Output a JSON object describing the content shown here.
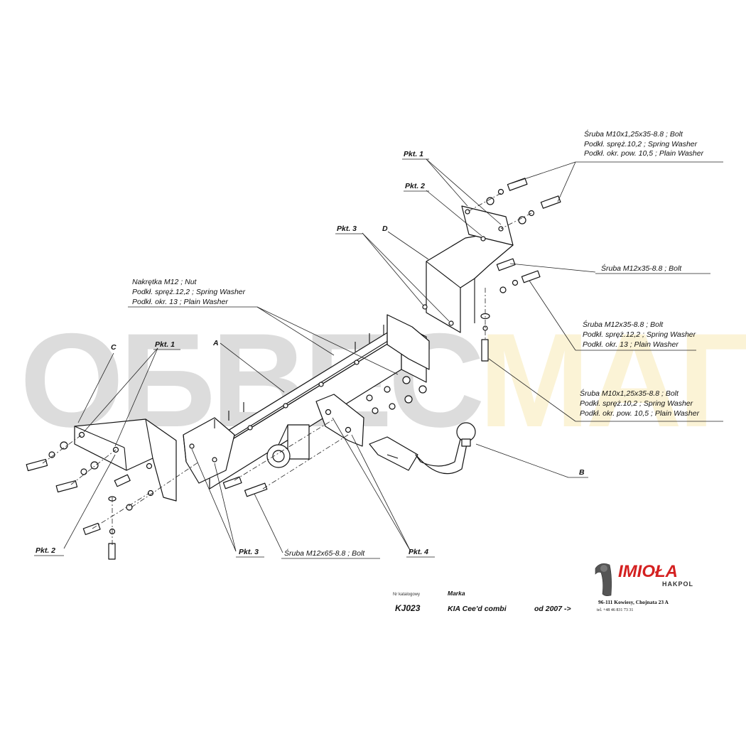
{
  "watermark": {
    "grey": "ОБВЕС",
    "yellow": "МАГ"
  },
  "callouts": {
    "top_bolt_right": {
      "line1": "Śruba M10x1,25x35-8.8 ;  Bolt",
      "line2": "Podkł. spręż.10,2 ; Spring Washer",
      "line3": "Podkł. okr. pow. 10,5 ; Plain Washer"
    },
    "bolt_m12_top": {
      "line1": "Śruba M12x35-8.8 ;  Bolt"
    },
    "bolt_m12_mid": {
      "line1": "Śruba M12x35-8.8 ;  Bolt",
      "line2": "Podkł. spręż.12,2 ; Spring Washer",
      "line3": "Podkł. okr. 13 ; Plain Washer"
    },
    "bolt_m10_mid": {
      "line1": "Śruba M10x1,25x35-8.8 ;  Bolt",
      "line2": "Podkł. spręż.10,2 ; Spring Washer",
      "line3": "Podkł. okr. pow. 10,5 ; Plain Washer"
    },
    "nut_group": {
      "line1": "Nakrętka  M12 ; Nut",
      "line2": "Podkł. spręż.12,2 ; Spring Washer",
      "line3": "Podkł. okr. 13 ; Plain Washer"
    },
    "bolt_m12x65": {
      "line1": "Śruba M12x65-8.8 ;  Bolt"
    }
  },
  "points": {
    "pkt1": "Pkt. 1",
    "pkt2": "Pkt. 2",
    "pkt3": "Pkt. 3",
    "pkt4": "Pkt. 4"
  },
  "letters": {
    "a": "A",
    "b": "B",
    "c": "C",
    "d": "D"
  },
  "title_block": {
    "catalog_label": "Nr katalogowy",
    "catalog_number": "KJ023",
    "make_label": "Marka",
    "make_value": "KIA Cee'd combi",
    "year_value": "od  2007 ->"
  },
  "logo": {
    "brand": "IMIOŁA",
    "sub": "HAKPOL",
    "address": "96-111 Kowiesy, Chojnata 23 A",
    "phone": "tel. +48 46 831 73 31",
    "accent_color": "#d42020"
  }
}
